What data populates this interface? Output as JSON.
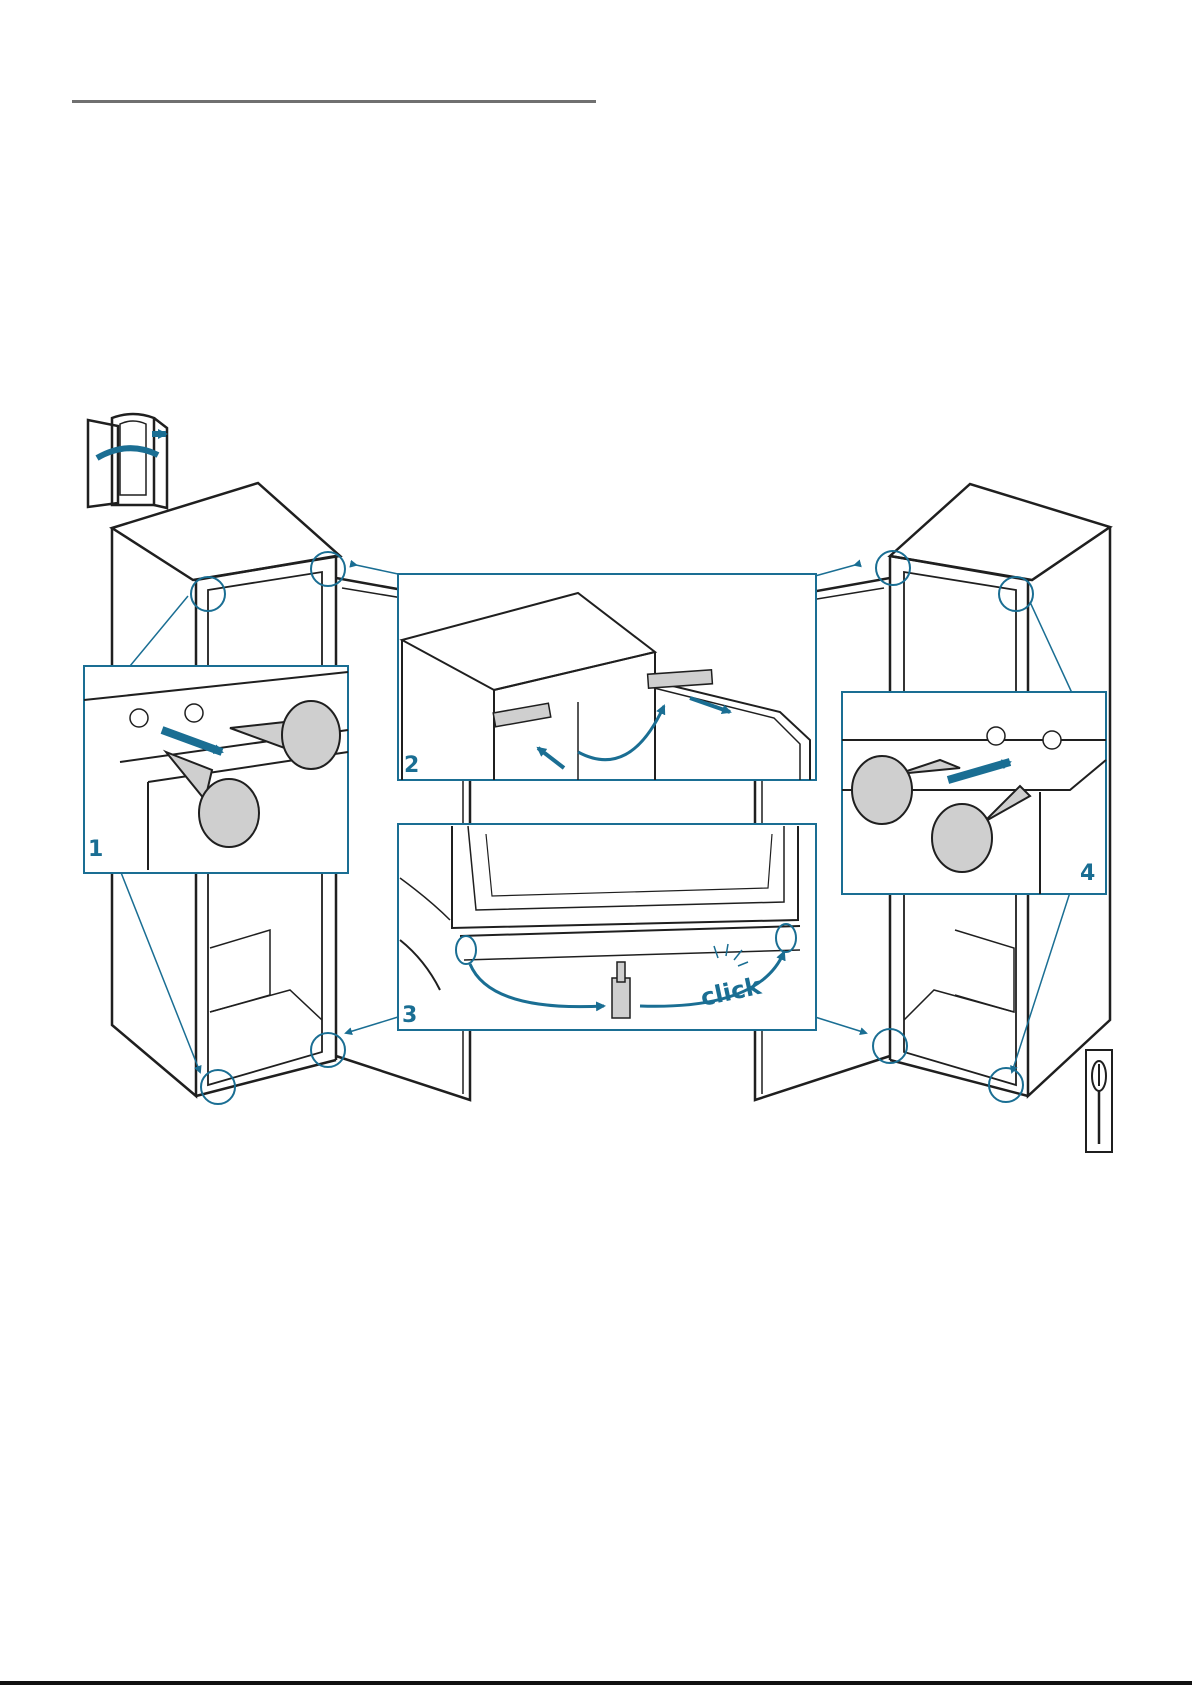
{
  "colors": {
    "accent": "#1a6e93",
    "line": "#1f1f1f",
    "panel_fill": "#ffffff",
    "knob_fill": "#cfcfcf",
    "header_rule": "#707070"
  },
  "steps": [
    {
      "number": "1"
    },
    {
      "number": "2"
    },
    {
      "number": "3"
    },
    {
      "number": "4"
    }
  ],
  "callouts": {
    "click": "click"
  },
  "icons": {
    "door_reverse": "door-reversal-icon",
    "tool": "screwdriver-icon"
  }
}
